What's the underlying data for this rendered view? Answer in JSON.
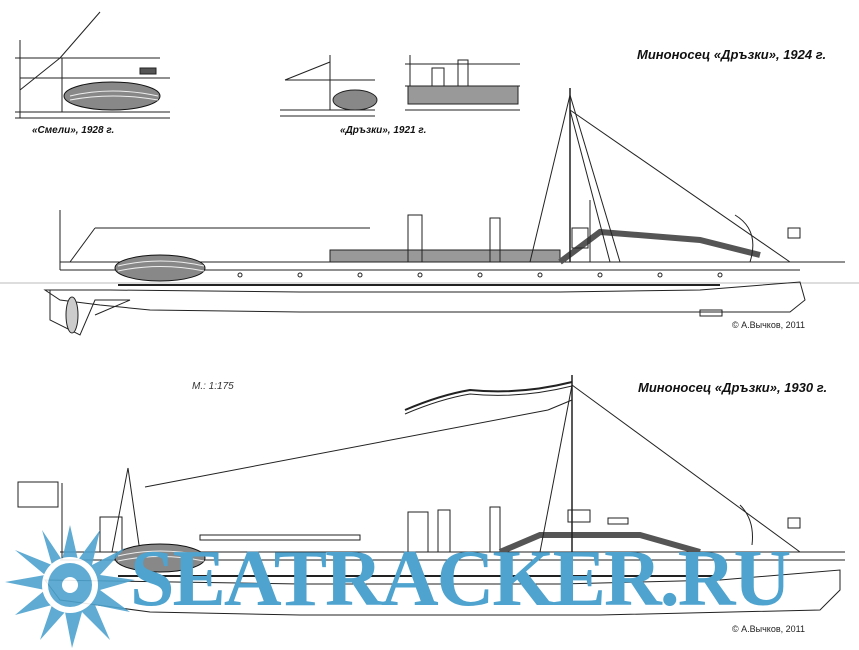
{
  "captions": {
    "top_title": "Миноносец «Дръзки», 1924 г.",
    "inset_smeli": "«Смели», 1928 г.",
    "inset_druzki": "«Дръзки», 1921 г.",
    "bottom_title": "Миноносец «Дръзки», 1930 г.",
    "scale": "М.: 1:175",
    "copyright_top": "© А.Вычков, 2011",
    "copyright_bottom": "© А.Вычков, 2011"
  },
  "watermark": {
    "text": "SEATRACKER.RU",
    "color": "#4ea3cf"
  }
}
